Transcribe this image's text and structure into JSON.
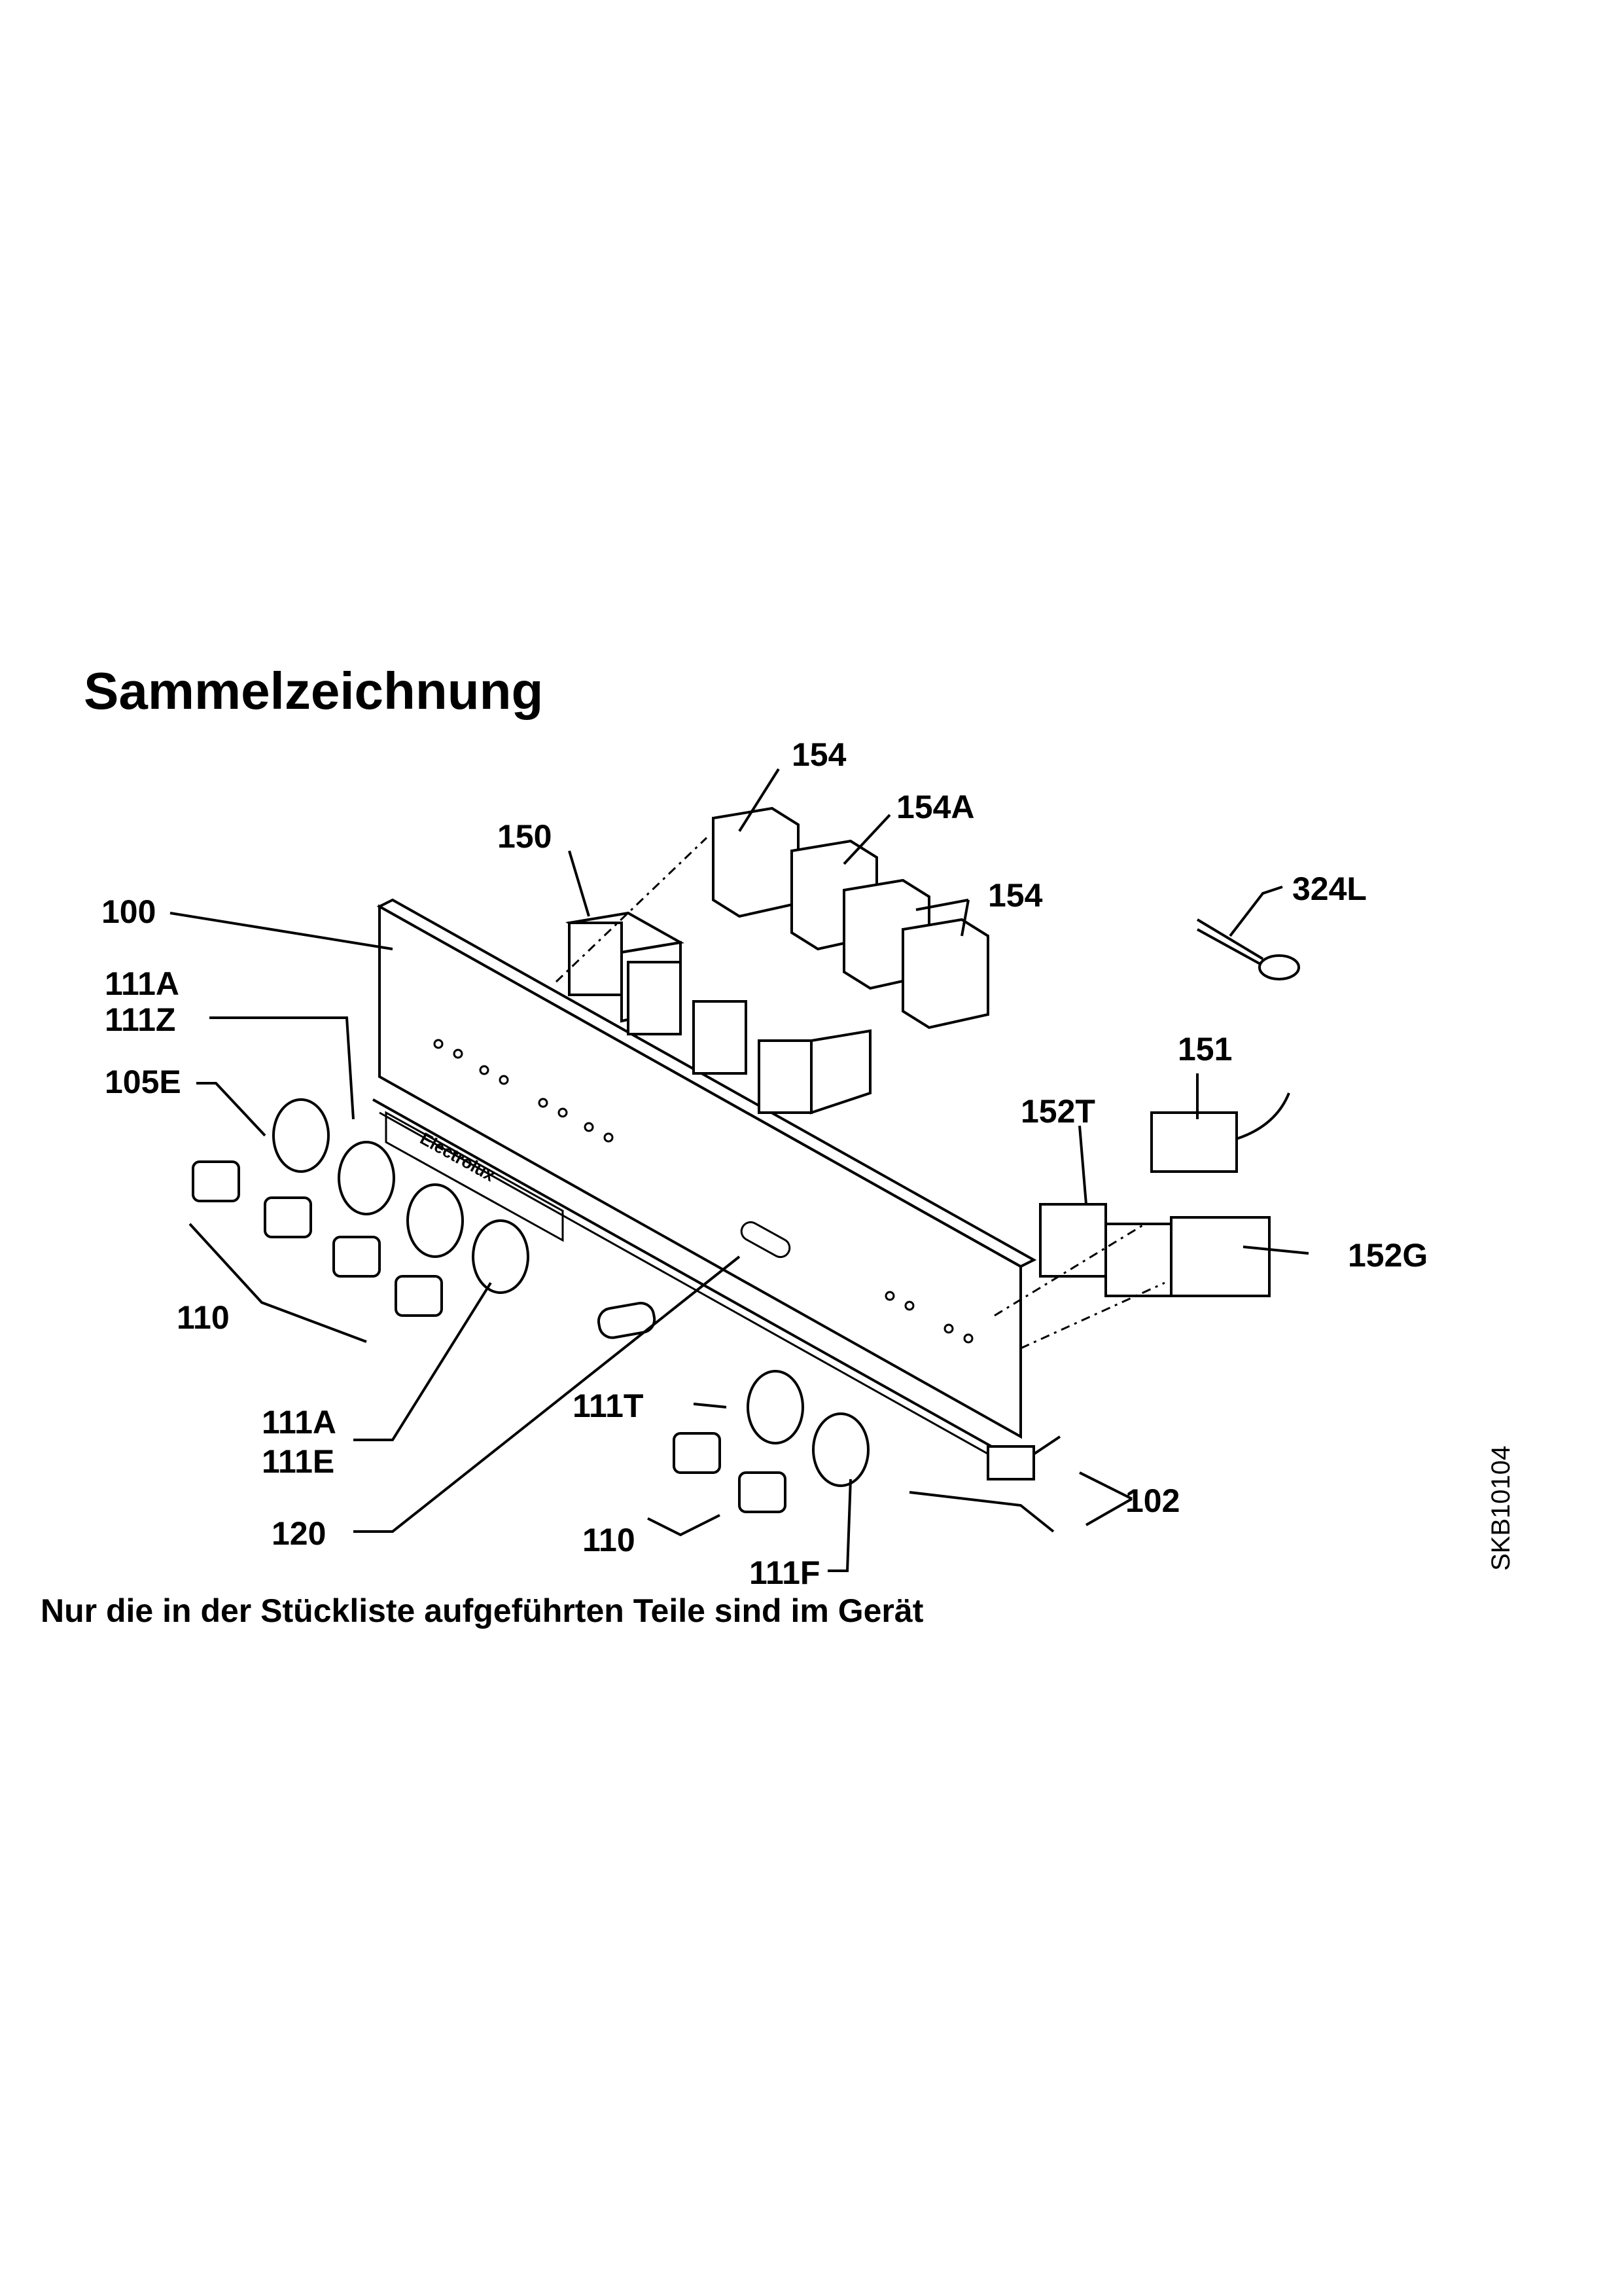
{
  "title": "Sammelzeichnung",
  "footer_note": "Nur die in der Stückliste aufgeführten Teile sind im Gerät",
  "drawing_code": "SKB10104",
  "panel_brand": "Electrolux",
  "labels": {
    "p154_top": "154",
    "p154a": "154A",
    "p150": "150",
    "p154_right": "154",
    "p324l": "324L",
    "p100": "100",
    "p111a_top": "111A",
    "p111z": "111Z",
    "p105e": "105E",
    "p151": "151",
    "p152t": "152T",
    "p152g": "152G",
    "p110_left": "110",
    "p111a_bottom": "111A",
    "p111e": "111E",
    "p111t": "111T",
    "p102": "102",
    "p120": "120",
    "p110_bottom": "110",
    "p111f": "111F"
  }
}
